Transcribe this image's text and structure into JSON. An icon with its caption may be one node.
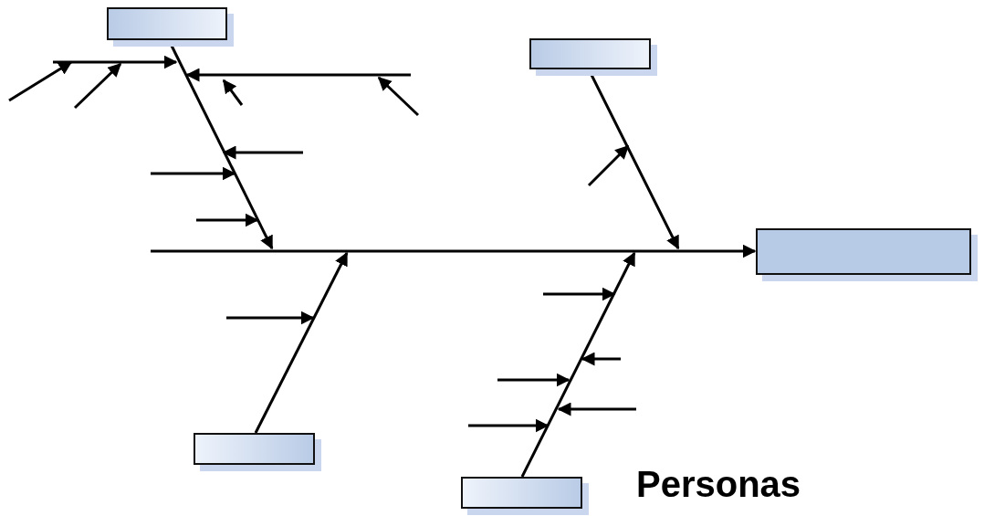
{
  "diagram": {
    "nodes": [
      {
        "text": [],
        "shape": "box"
      },
      {
        "text": [],
        "shape": "box"
      },
      {
        "text": [],
        "shape": "box"
      },
      {
        "text": [],
        "shape": "box"
      },
      {
        "text": [],
        "shape": "box"
      }
    ],
    "edges": [
      {
        "from": 0,
        "to": null,
        "arrow": "to"
      },
      {
        "from": 1,
        "to": null,
        "arrow": "to"
      },
      {
        "from": null,
        "to": 2,
        "arrow": "to"
      },
      {
        "from": 3,
        "to": null,
        "arrow": "to"
      },
      {
        "from": 4,
        "to": null,
        "arrow": "to"
      }
    ],
    "labels": [
      "Personas"
    ]
  }
}
